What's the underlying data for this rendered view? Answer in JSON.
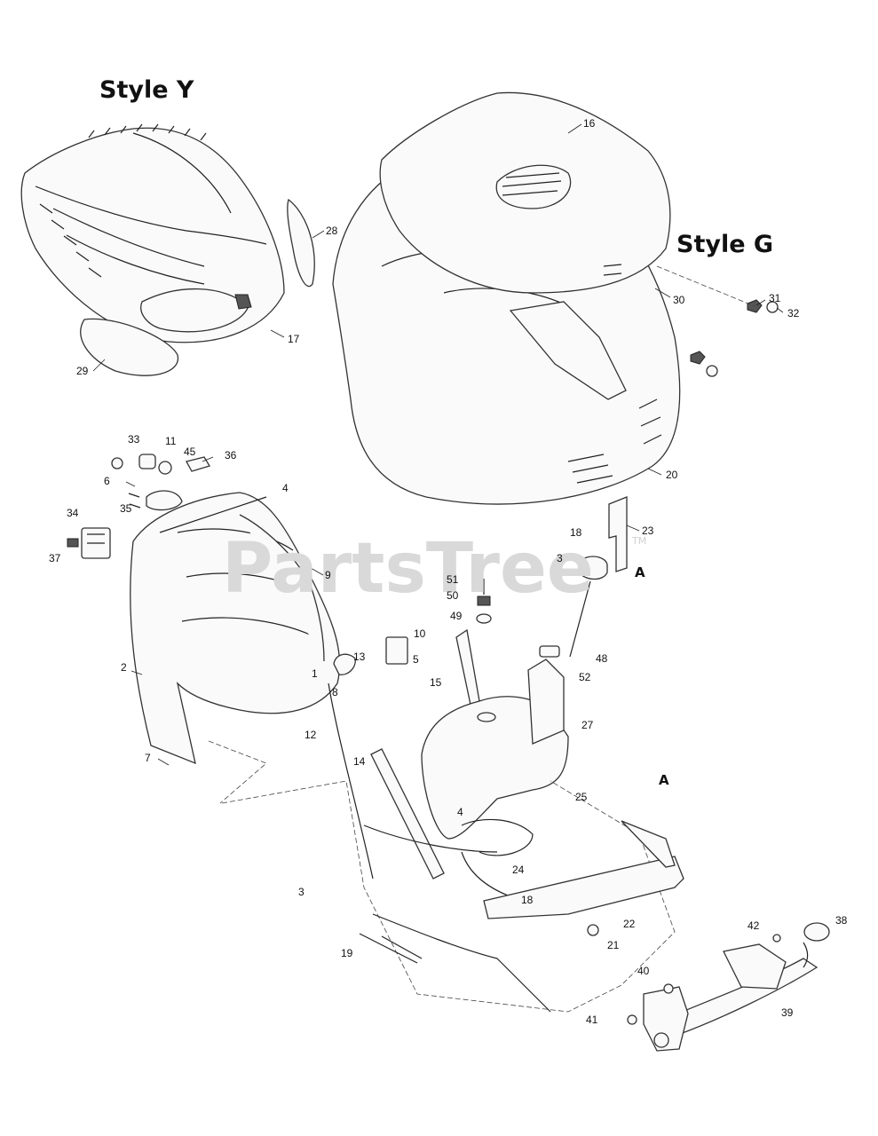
{
  "style_labels": {
    "y": "Style Y",
    "g": "Style G"
  },
  "watermark": {
    "text": "PartsTree",
    "tm": "TM"
  },
  "ref_markers": {
    "a1": "A",
    "a2": "A"
  },
  "callouts": [
    "16",
    "28",
    "17",
    "29",
    "30",
    "31",
    "32",
    "20",
    "33",
    "11",
    "45",
    "36",
    "6",
    "4",
    "35",
    "34",
    "37",
    "9",
    "18",
    "23",
    "3",
    "51",
    "50",
    "49",
    "10",
    "13",
    "5",
    "48",
    "2",
    "1",
    "8",
    "15",
    "52",
    "27",
    "12",
    "14",
    "7",
    "25",
    "4",
    "24",
    "3",
    "18",
    "22",
    "21",
    "19",
    "42",
    "38",
    "40",
    "39",
    "41"
  ]
}
